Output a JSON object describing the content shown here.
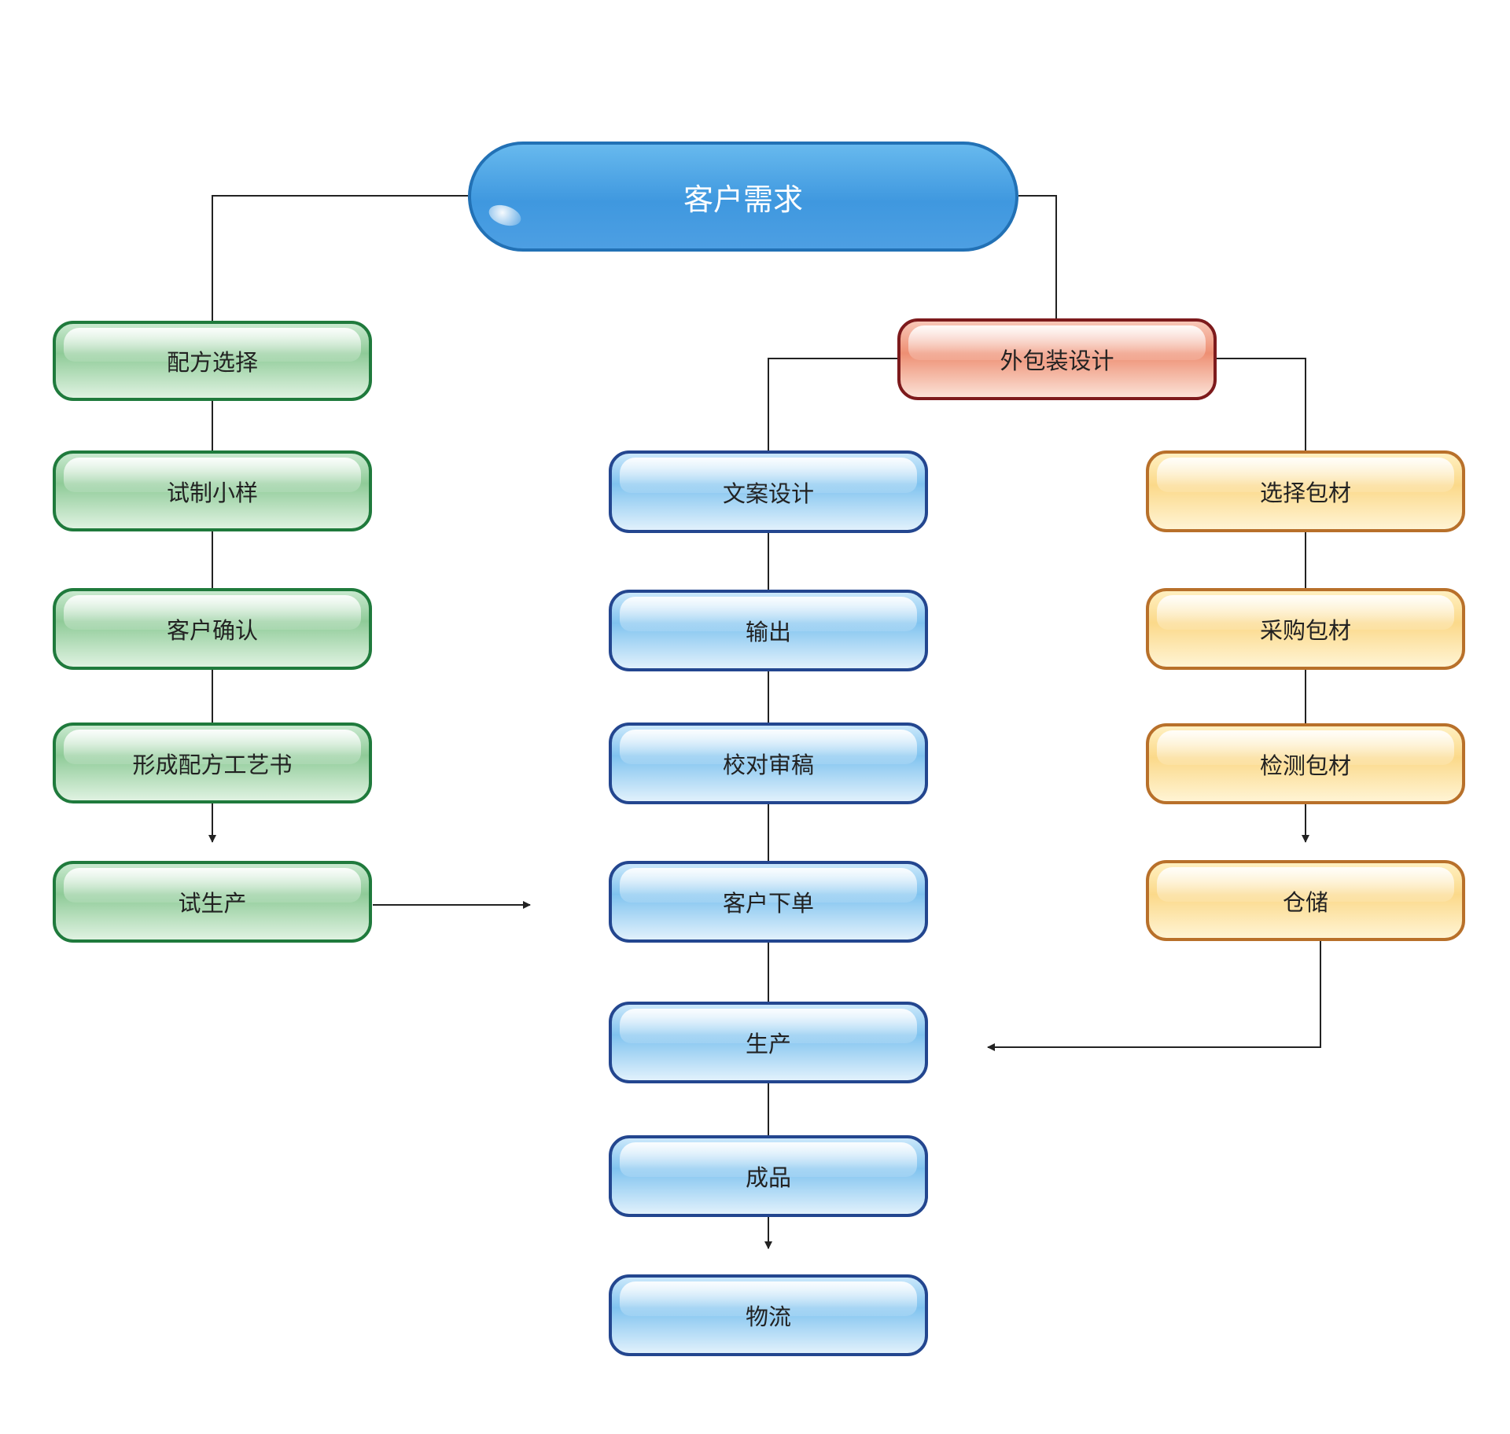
{
  "diagram": {
    "root": {
      "label": "客户需求"
    },
    "recipe_branch": [
      {
        "label": "配方选择"
      },
      {
        "label": "试制小样"
      },
      {
        "label": "客户确认"
      },
      {
        "label": "形成配方工艺书"
      },
      {
        "label": "试生产"
      }
    ],
    "packaging": {
      "label": "外包装设计"
    },
    "copy_branch": [
      {
        "label": "文案设计"
      },
      {
        "label": "输出"
      },
      {
        "label": "校对审稿"
      },
      {
        "label": "客户下单"
      },
      {
        "label": "生产"
      },
      {
        "label": "成品"
      },
      {
        "label": "物流"
      }
    ],
    "material_branch": [
      {
        "label": "选择包材"
      },
      {
        "label": "采购包材"
      },
      {
        "label": "检测包材"
      },
      {
        "label": "仓储"
      }
    ]
  },
  "colors": {
    "root": "#3f98df",
    "recipe_branch": "#8fcb98",
    "packaging": "#ee8f73",
    "copy_branch": "#80c3ef",
    "material_branch": "#fbd98a",
    "connector": "#222222"
  }
}
